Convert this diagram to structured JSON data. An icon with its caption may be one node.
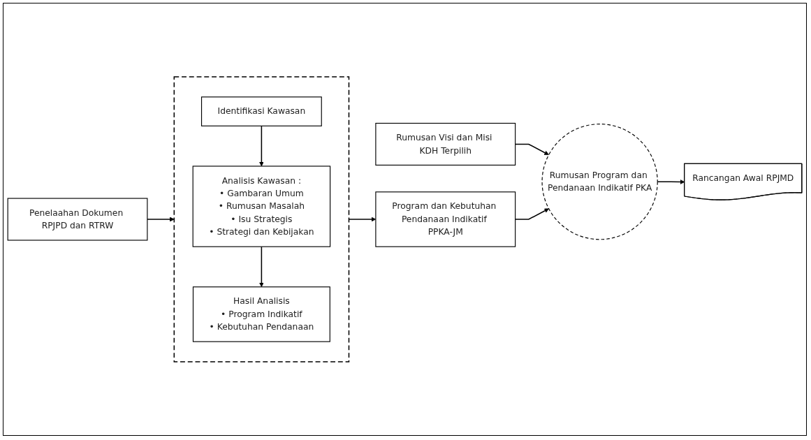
{
  "diagram": {
    "nodes": [
      {
        "text": [
          "Penelaahan Dokumen RPJPD dan RTRW"
        ]
      },
      {
        "text": [],
        "shape": "box"
      },
      {
        "text": [
          "Identifikasi Kawasan"
        ],
        "in": 1
      },
      {
        "text": [
          "Analisis Kawasan :",
          "• Gambaran Umum",
          "• Rumusan Masalah",
          "• Isu Strategis",
          "• Strategi dan Kebijakan"
        ],
        "in": 1
      },
      {
        "text": [
          "Hasil Analisis",
          "• Program Indikatif",
          "• Kebutuhan Pendanaan"
        ],
        "in": 1
      },
      {
        "text": [
          "Program dan Kebutuhan Pendanaan Indikatif PPKA-JM"
        ]
      },
      {
        "text": [
          "Rumusan Visi dan Misi KDH Terpilih"
        ]
      },
      {
        "text": [
          "Rumusan Program dan Pendanaan Indikatif PKA"
        ]
      },
      {
        "text": [
          "Rancangan Awal RPJMD"
        ]
      }
    ],
    "edges": [
      {
        "from": 0,
        "to": 1,
        "arrow": "to"
      },
      {
        "from": 2,
        "to": 3,
        "arrow": "to"
      },
      {
        "from": 3,
        "to": 4,
        "arrow": "to"
      },
      {
        "from": 1,
        "to": 5,
        "arrow": "to"
      },
      {
        "from": 6,
        "to": 7,
        "arrow": "to"
      },
      {
        "from": 5,
        "to": 7,
        "arrow": "to"
      },
      {
        "from": 7,
        "to": 8,
        "arrow": "to"
      }
    ]
  }
}
